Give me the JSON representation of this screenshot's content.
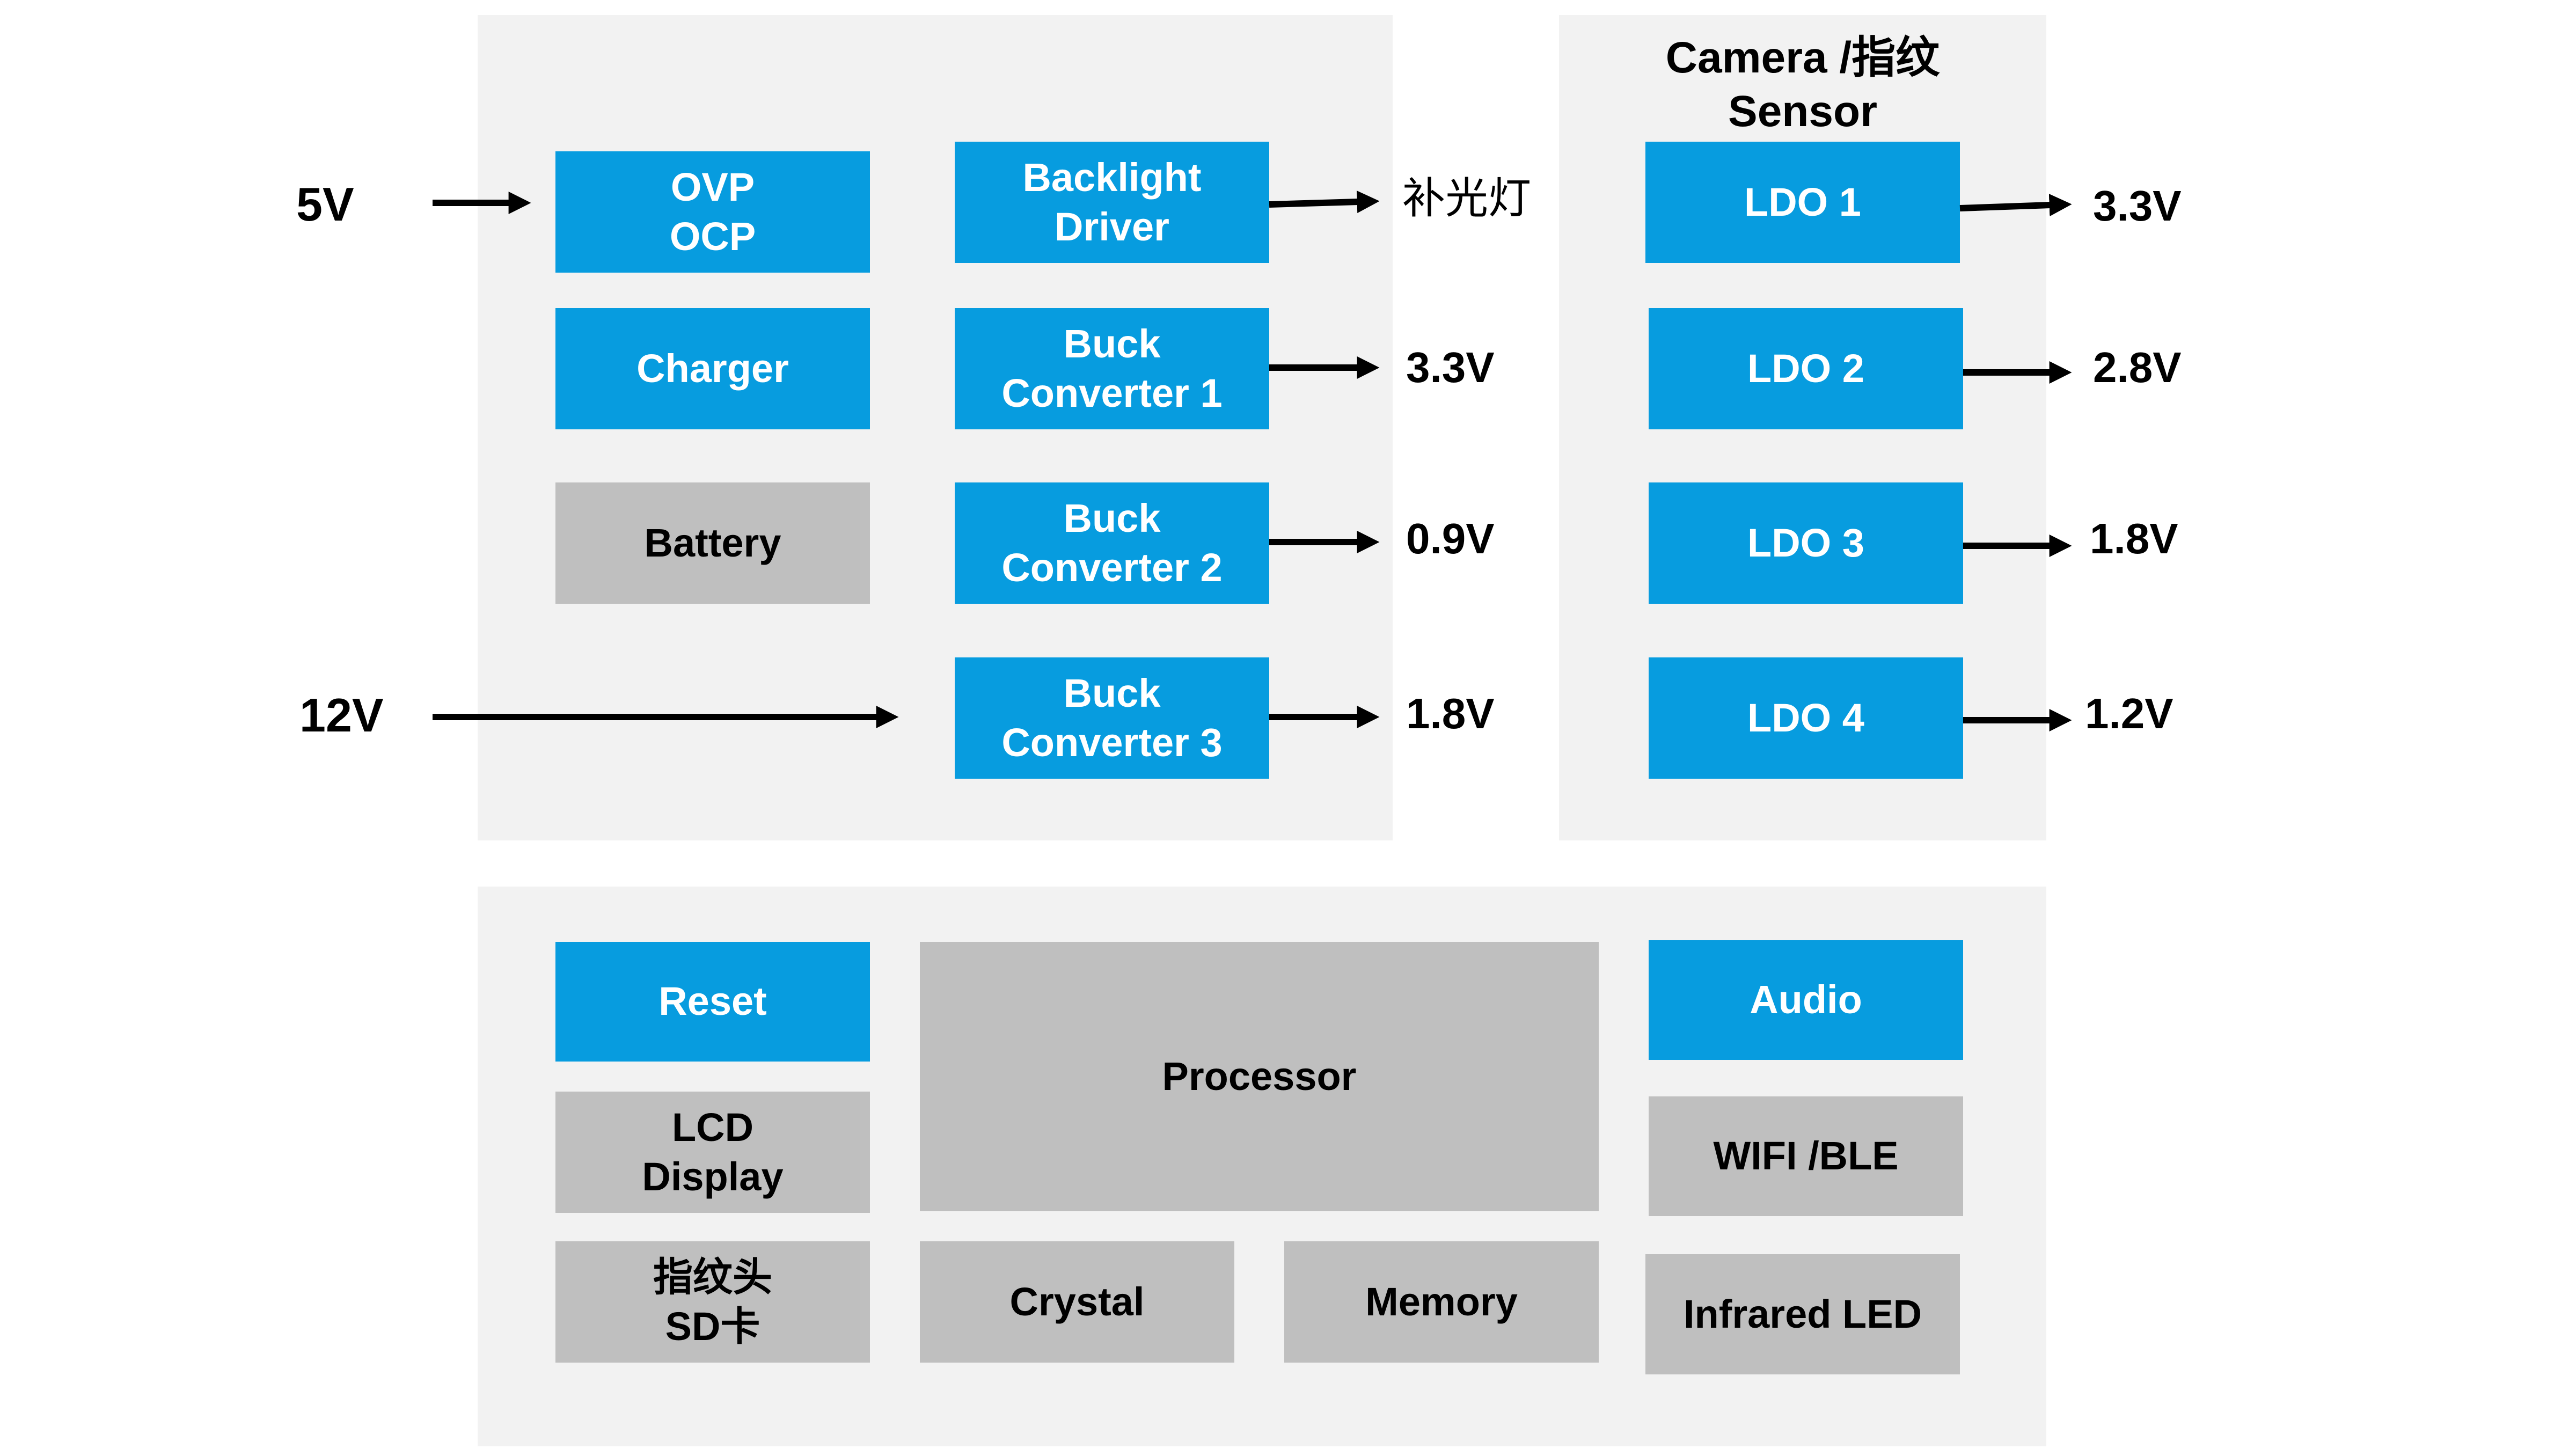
{
  "colors": {
    "panel": "#F2F2F2",
    "block_blue": "#079CDF",
    "block_gray": "#BFBFBF",
    "arrow": "#000000"
  },
  "inputs": {
    "v5": "5V",
    "v12": "12V"
  },
  "power": {
    "ovp_ocp": "OVP\nOCP",
    "charger": "Charger",
    "battery": "Battery",
    "backlight_driver": "Backlight\nDriver",
    "buck1": "Buck\nConverter 1",
    "buck2": "Buck\nConverter 2",
    "buck3": "Buck\nConverter 3",
    "outputs": {
      "backlight": "补光灯",
      "buck1": "3.3V",
      "buck2": "0.9V",
      "buck3": "1.8V"
    }
  },
  "sensor": {
    "title": "Camera /指纹\nSensor",
    "ldo1": "LDO 1",
    "ldo2": "LDO 2",
    "ldo3": "LDO 3",
    "ldo4": "LDO 4",
    "outputs": {
      "ldo1": "3.3V",
      "ldo2": "2.8V",
      "ldo3": "1.8V",
      "ldo4": "1.2V"
    }
  },
  "system": {
    "reset": "Reset",
    "lcd": "LCD\nDisplay",
    "fingerprint_sd": "指纹头\nSD卡",
    "processor": "Processor",
    "crystal": "Crystal",
    "memory": "Memory",
    "audio": "Audio",
    "wifi_ble": "WIFI /BLE",
    "infrared_led": "Infrared LED"
  }
}
